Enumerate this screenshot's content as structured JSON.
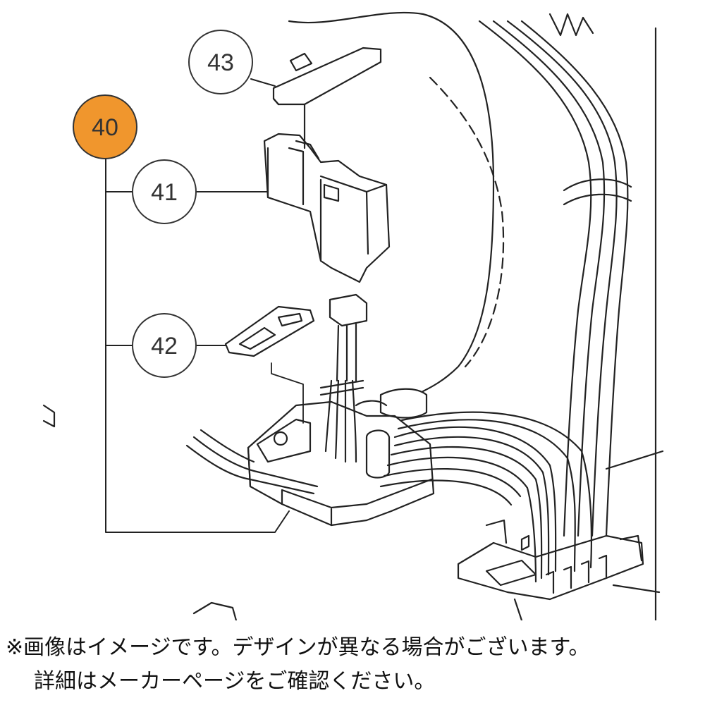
{
  "callouts": {
    "c40": "40",
    "c41": "41",
    "c42": "42",
    "c43": "43"
  },
  "colors": {
    "highlight": "#F0962D",
    "line": "#222222"
  },
  "footnote": {
    "line1": "※画像はイメージです。デザインが異なる場合がございます。",
    "line2": "詳細はメーカーページをご確認ください。"
  }
}
